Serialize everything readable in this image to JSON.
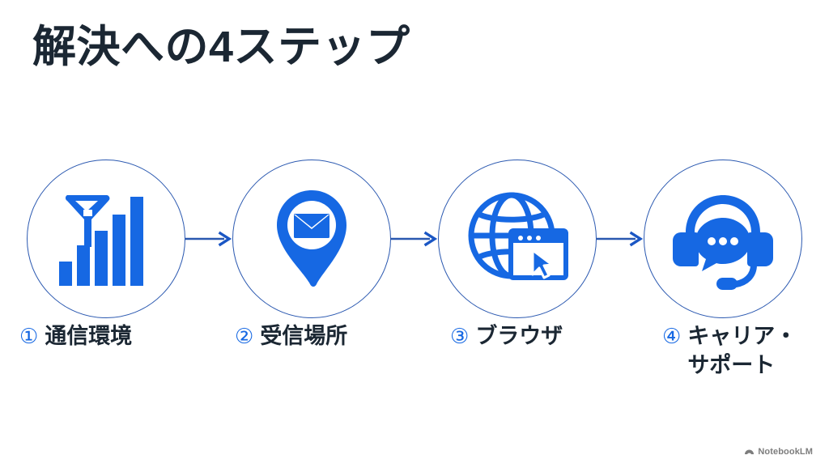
{
  "page": {
    "title": "解決への4ステップ",
    "background_color": "#ffffff",
    "title_color": "#1b2733",
    "accent_color": "#1668e3",
    "circle_stroke_color": "#2a58b0"
  },
  "steps": [
    {
      "number": "①",
      "label": "通信環境",
      "icon": "signal-bars-antenna-icon"
    },
    {
      "number": "②",
      "label": "受信場所",
      "icon": "map-pin-envelope-icon"
    },
    {
      "number": "③",
      "label": "ブラウザ",
      "icon": "globe-browser-cursor-icon"
    },
    {
      "number": "④",
      "label": "キャリア・\nサポート",
      "icon": "headset-chat-support-icon"
    }
  ],
  "connectors": [
    {
      "icon": "arrow-right-icon"
    },
    {
      "icon": "arrow-right-icon"
    },
    {
      "icon": "arrow-right-icon"
    }
  ],
  "watermark": {
    "text": "NotebookLM",
    "icon": "notebooklm-logo-icon",
    "color": "#7d7d7d"
  }
}
